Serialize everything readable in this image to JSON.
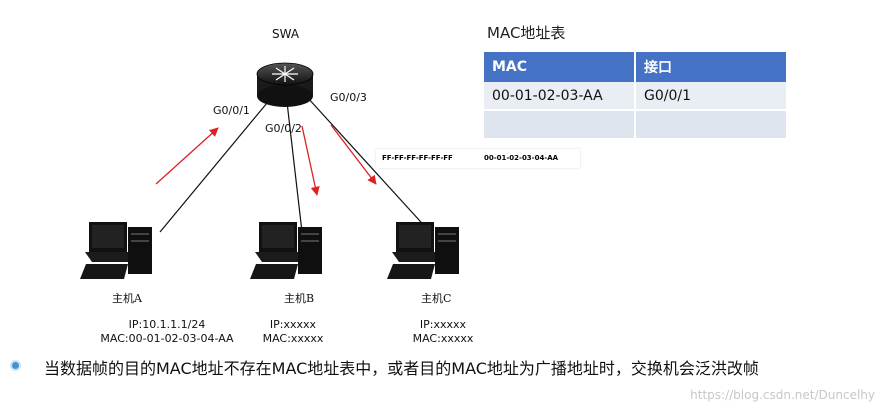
{
  "switch": {
    "name": "SWA"
  },
  "ports": {
    "a": "G0/0/1",
    "b": "G0/0/2",
    "c": "G0/0/3"
  },
  "hosts": [
    {
      "name": "主机A",
      "ip": "IP:10.1.1.1/24",
      "mac": "MAC:00-01-02-03-04-AA"
    },
    {
      "name": "主机B",
      "ip": "IP:xxxxx",
      "mac": "MAC:xxxxx"
    },
    {
      "name": "主机C",
      "ip": "IP:xxxxx",
      "mac": "MAC:xxxxx"
    }
  ],
  "frame": {
    "dst": "FF-FF-FF-FF-FF-FF",
    "src": "00-01-02-03-04-AA"
  },
  "mac_table": {
    "title": "MAC地址表",
    "headers": [
      "MAC",
      "接口"
    ],
    "rows": [
      [
        "00-01-02-03-AA",
        "G0/0/1"
      ],
      [
        "",
        ""
      ]
    ]
  },
  "bullet": "当数据帧的目的MAC地址不存在MAC地址表中，或者目的MAC地址为广播地址时，交换机会泛洪改帧",
  "watermark": "https://blog.csdn.net/Duncelhy",
  "colors": {
    "arrow": "#e02020",
    "table_header": "#4472c4",
    "bullet": "#4a8fcf"
  }
}
